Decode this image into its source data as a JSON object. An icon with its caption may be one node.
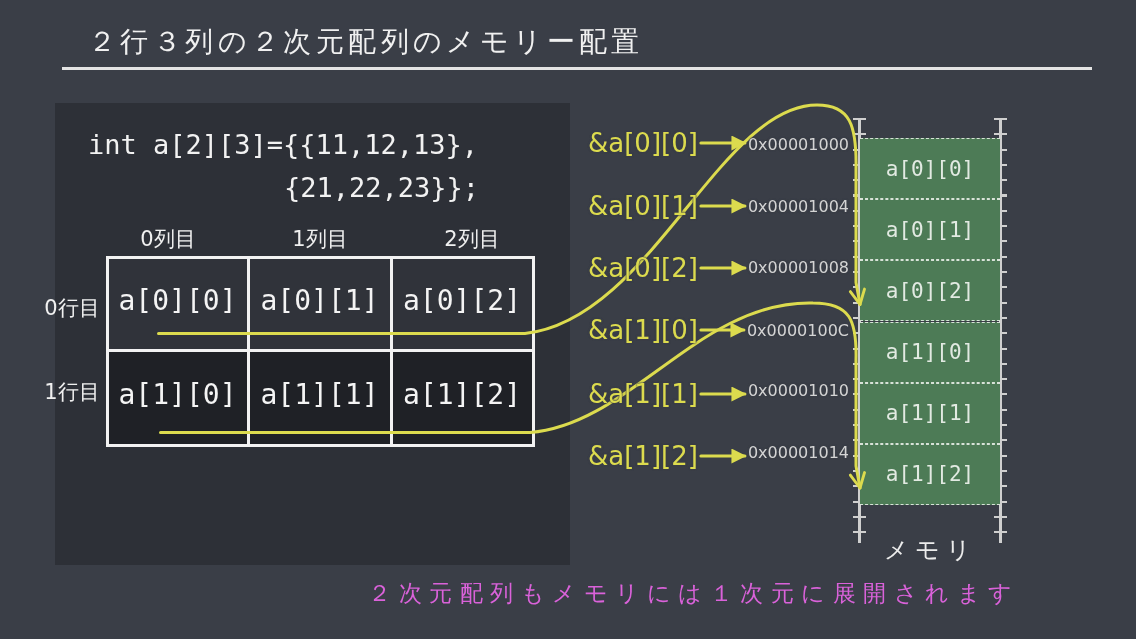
{
  "diagram": {
    "title": "２行３列の２次元配列のメモリー配置",
    "caption": "２次元配列もメモリには１次元に展開されます",
    "nodes": [
      {
        "text": [
          "a[0][0]"
        ]
      },
      {
        "text": [
          "a[0][1]"
        ]
      },
      {
        "text": [
          "a[0][2]"
        ]
      },
      {
        "text": [
          "a[1][0]"
        ]
      },
      {
        "text": [
          "a[1][1]"
        ]
      },
      {
        "text": [
          "a[1][2]"
        ]
      },
      {
        "text": [
          "&a[0][0]"
        ]
      },
      {
        "text": [
          "&a[0][1]"
        ]
      },
      {
        "text": [
          "&a[0][2]"
        ]
      },
      {
        "text": [
          "&a[1][0]"
        ]
      },
      {
        "text": [
          "&a[1][1]"
        ]
      },
      {
        "text": [
          "&a[1][2]"
        ]
      },
      {
        "text": [
          "0x00001000"
        ]
      },
      {
        "text": [
          "0x00001004"
        ]
      },
      {
        "text": [
          "0x00001008"
        ]
      },
      {
        "text": [
          "0x0000100C"
        ]
      },
      {
        "text": [
          "0x00001010"
        ]
      },
      {
        "text": [
          "0x00001014"
        ]
      },
      {
        "text": [
          "メモリ"
        ]
      },
      {
        "text": [
          "a[0][0]"
        ],
        "in": 18
      },
      {
        "text": [
          "a[0][1]"
        ],
        "in": 18
      },
      {
        "text": [
          "a[0][2]"
        ],
        "in": 18
      },
      {
        "text": [
          "a[1][0]"
        ],
        "in": 18
      },
      {
        "text": [
          "a[1][1]"
        ],
        "in": 18
      },
      {
        "text": [
          "a[1][2]"
        ],
        "in": 18
      }
    ],
    "edges": [
      {
        "from": 6,
        "to": 12,
        "arrow": "to"
      },
      {
        "from": 7,
        "to": 13,
        "arrow": "to"
      },
      {
        "from": 8,
        "to": 14,
        "arrow": "to"
      },
      {
        "from": 9,
        "to": 15,
        "arrow": "to"
      },
      {
        "from": 10,
        "to": 16,
        "arrow": "to"
      },
      {
        "from": 11,
        "to": 17,
        "arrow": "to"
      },
      {
        "from": 0,
        "to": 21,
        "arrow": "to"
      },
      {
        "from": 1,
        "to": 21,
        "arrow": "to"
      },
      {
        "from": 2,
        "to": 21,
        "arrow": "to"
      },
      {
        "from": 3,
        "to": 24,
        "arrow": "to"
      },
      {
        "from": 4,
        "to": 24,
        "arrow": "to"
      },
      {
        "from": 5,
        "to": 24,
        "arrow": "to"
      }
    ],
    "labels": [
      "int a[2][3]={{11,12,13},",
      "{21,22,23}};",
      "0列目",
      "1列目",
      "2列目",
      "0行目",
      "1行目"
    ]
  }
}
